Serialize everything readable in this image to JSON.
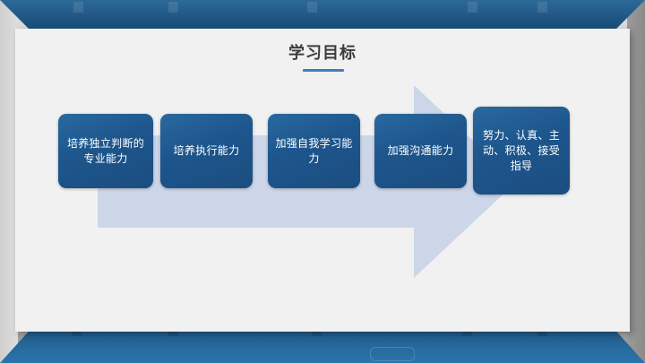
{
  "slide": {
    "title": "学习目标",
    "theme": {
      "accent": "#3f7dc0",
      "box_fill": "#1d558c",
      "arrow_fill": "#ccd6e8",
      "panel_bg": "#f1f1f1",
      "frame_blue": "#1f5583",
      "title_color": "#3c3c3c"
    },
    "arrow": {
      "name": "right-arrow",
      "direction": "right"
    },
    "boxes": [
      {
        "id": "box-1",
        "label": "培养独立判断的专业能力"
      },
      {
        "id": "box-2",
        "label": "培养执行能力"
      },
      {
        "id": "box-3",
        "label": "加强自我学习能力"
      },
      {
        "id": "box-4",
        "label": "加强沟通能力"
      },
      {
        "id": "box-5",
        "label": "努力、认真、主动、积极、接受指导"
      }
    ]
  }
}
